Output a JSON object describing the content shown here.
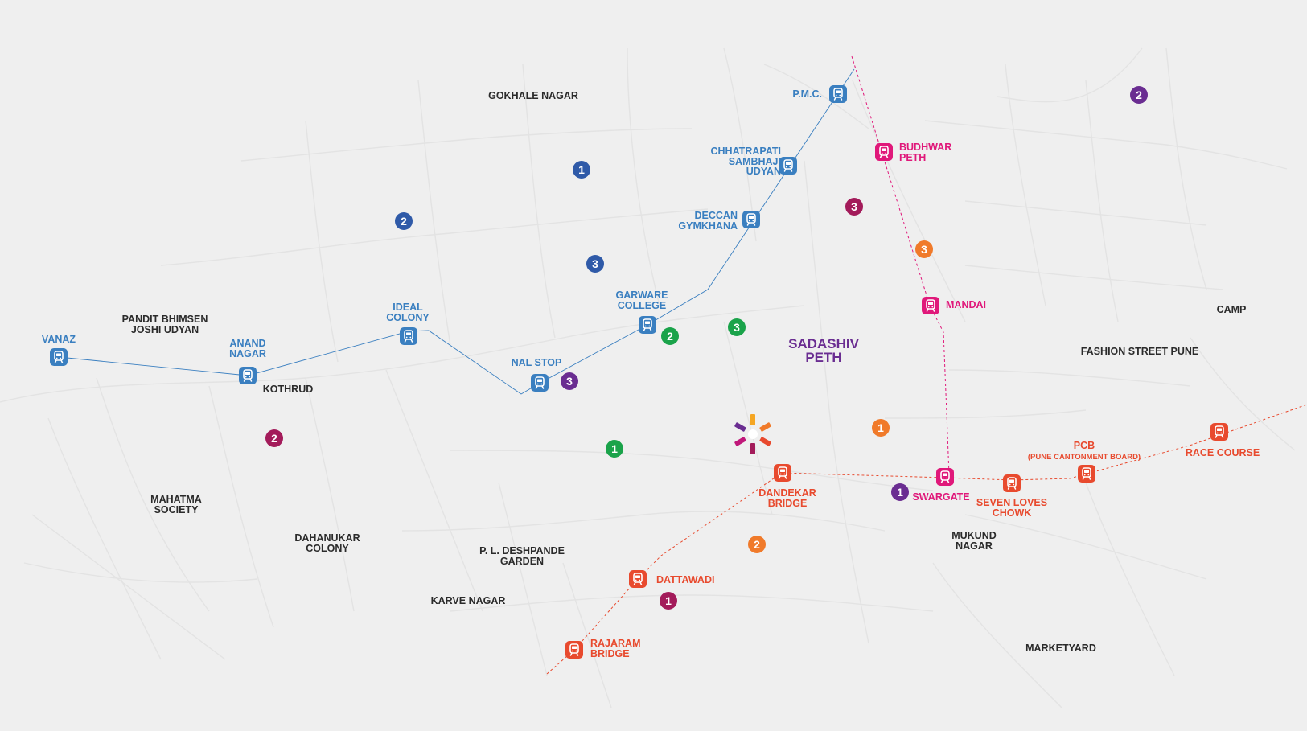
{
  "colors": {
    "background": "#efefef",
    "road": "#e4e4e4",
    "line_blue": "#3a7fc0",
    "line_red": "#e84a2e",
    "line_pink": "#e0187a",
    "num_blue": "#2f5aa8",
    "num_purple": "#6a2d91",
    "num_green": "#1aa34a",
    "num_maroon": "#a31b5a",
    "num_orange": "#f07a2a"
  },
  "areas": {
    "gokhale_nagar": "GOKHALE NAGAR",
    "pandit_bhimsen_1": "PANDIT BHIMSEN",
    "pandit_bhimsen_2": "JOSHI UDYAN",
    "kothrud": "KOTHRUD",
    "mahatma_1": "MAHATMA",
    "mahatma_2": "SOCIETY",
    "dahanukar_1": "DAHANUKAR",
    "dahanukar_2": "COLONY",
    "pl_deshpande_1": "P. L. DESHPANDE",
    "pl_deshpande_2": "GARDEN",
    "karve_nagar": "KARVE NAGAR",
    "sadashiv_1": "SADASHIV",
    "sadashiv_2": "PETH",
    "camp": "CAMP",
    "fashion_street": "FASHION STREET PUNE",
    "mukund_1": "MUKUND",
    "mukund_2": "NAGAR",
    "market_yard": "MARKETYARD"
  },
  "stations": {
    "vanaz": "VANAZ",
    "anand_1": "ANAND",
    "anand_2": "NAGAR",
    "ideal_1": "IDEAL",
    "ideal_2": "COLONY",
    "nal_stop": "NAL STOP",
    "garware_1": "GARWARE",
    "garware_2": "COLLEGE",
    "deccan_1": "DECCAN",
    "deccan_2": "GYMKHANA",
    "chhatrapati_1": "CHHATRAPATI",
    "chhatrapati_2": "SAMBHAJI",
    "chhatrapati_3": "UDYAN",
    "pmc": "P.M.C.",
    "budhwar_1": "BUDHWAR",
    "budhwar_2": "PETH",
    "mandai": "MANDAI",
    "swargate": "SWARGATE",
    "dandekar_1": "DANDEKAR",
    "dandekar_2": "BRIDGE",
    "seven_1": "SEVEN LOVES",
    "seven_2": "CHOWK",
    "pcb": "PCB",
    "pcb_sub": "(PUNE CANTONMENT BOARD)",
    "race_course": "RACE COURSE",
    "dattawadi": "DATTAWADI",
    "rajaram_1": "RAJARAM",
    "rajaram_2": "BRIDGE"
  },
  "markers": [
    {
      "label": "1",
      "color": "num_blue"
    },
    {
      "label": "2",
      "color": "num_blue"
    },
    {
      "label": "3",
      "color": "num_blue"
    },
    {
      "label": "3",
      "color": "num_purple"
    },
    {
      "label": "2",
      "color": "num_purple"
    },
    {
      "label": "1",
      "color": "num_purple"
    },
    {
      "label": "2",
      "color": "num_green"
    },
    {
      "label": "3",
      "color": "num_green"
    },
    {
      "label": "1",
      "color": "num_green"
    },
    {
      "label": "2",
      "color": "num_maroon"
    },
    {
      "label": "3",
      "color": "num_maroon"
    },
    {
      "label": "1",
      "color": "num_maroon"
    },
    {
      "label": "3",
      "color": "num_orange"
    },
    {
      "label": "1",
      "color": "num_orange"
    },
    {
      "label": "2",
      "color": "num_orange"
    }
  ]
}
